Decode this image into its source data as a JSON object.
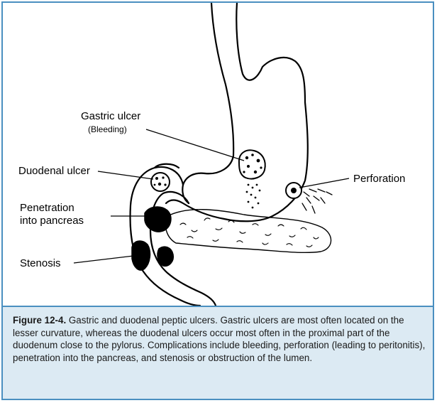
{
  "labels": {
    "gastric_ulcer": "Gastric ulcer",
    "bleeding": "(Bleeding)",
    "duodenal_ulcer": "Duodenal ulcer",
    "perforation": "Perforation",
    "penetration_line1": "Penetration",
    "penetration_line2": "into pancreas",
    "stenosis": "Stenosis"
  },
  "caption": {
    "figure_label": "Figure 12-4.",
    "text": " Gastric and duodenal peptic ulcers. Gastric ulcers are most often located on the lesser curvature, whereas the duodenal ulcers occur most often in the proximal part of the duodenum close to the pylorus. Complications include bleeding, perforation (leading to peritonitis), penetration into the pancreas, and stenosis or obstruction of the lumen."
  },
  "colors": {
    "frame_border": "#4a8fc0",
    "caption_background": "#dceaf3"
  }
}
